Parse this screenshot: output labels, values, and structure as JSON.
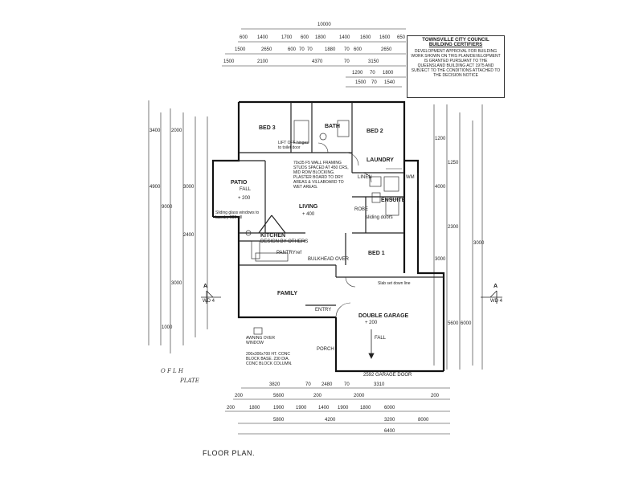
{
  "stamp": {
    "line1": "TOWNSVILLE CITY COUNCIL",
    "line2": "BUILDING CERTIFIERS",
    "body": "DEVELOPMENT APPROVAL FOR BUILDING WORK SHOWN ON THIS PLAN/DEVELOPMENT IS GRANTED PURSUANT TO THE QUEENSLAND BUILDING ACT 1975 AND SUBJECT TO THE CONDITIONS ATTACHED TO THE DECISION NOTICE"
  },
  "rooms": {
    "bed3": "BED 3",
    "bath": "BATH",
    "bed2": "BED 2",
    "laundry": "LAUNDRY",
    "linen": "LINEN",
    "ensuite": "ENSUITE",
    "robe": "ROBE",
    "patio": "PATIO",
    "patio_fall": "FALL",
    "patio_level": "+ 200",
    "living": "LIVING",
    "living_level": "+ 400",
    "kitchen": "KITCHEN",
    "kitchen_note": "DESIGN BY OTHERS",
    "pantry": "PANTRY",
    "ref": "ref",
    "bed1": "BED 1",
    "family": "FAMILY",
    "entry": "ENTRY",
    "porch": "PORCH",
    "garage": "DOUBLE GARAGE",
    "garage_level": "+ 200",
    "garage_fall": "FALL",
    "wm": "WM"
  },
  "notes": {
    "wall_framing": "70x35 F5 WALL FRAMING STUDS SPACED AT 450 CRS, MID ROW BLOCKING. PLASTER BOARD TO DRY AREAS & VILLABOARD TO WET AREAS.",
    "lift_off_hinges": "LIFT OFF hinges to toilet door",
    "sliding_glass": "Sliding glass windows to laundry 600 sill",
    "sliding_doors": "sliding doors",
    "bulkhead": "BULKHEAD OVER",
    "slab_set_down": "Slab set down line",
    "awning": "AWNING OVER WINDOW",
    "block_base": "200x300x700 HT. CONC BLOCK BASE. 230 DIA. CONC BLOCK COLUMN.",
    "garage_door": "2592 GARAGE DOOR",
    "section_marker": "A",
    "section_ref": "WD 4"
  },
  "dims_top": {
    "overall": "10000",
    "row1": [
      "600",
      "1400",
      "1700",
      "600",
      "1800",
      "1400",
      "1600",
      "1600",
      "650"
    ],
    "row2": [
      "1500",
      "2650",
      "600",
      "70",
      "70",
      "1880",
      "70",
      "600",
      "2650"
    ],
    "row3": [
      "1500",
      "2100",
      "4370",
      "70",
      "3150"
    ],
    "row4": [
      "1200",
      "70",
      "1800"
    ],
    "row5": [
      "1500",
      "70",
      "1540"
    ]
  },
  "dims_left": [
    "3400",
    "4900",
    "9000",
    "2000",
    "3000",
    "2400",
    "3000",
    "1000"
  ],
  "dims_right": [
    "1200",
    "4000",
    "1250",
    "2300",
    "3000",
    "5600",
    "6000",
    "3000"
  ],
  "dims_bottom": {
    "row1": [
      "3820",
      "70",
      "2480",
      "70",
      "3310"
    ],
    "row2": [
      "200",
      "5600",
      "200",
      "2000",
      "200"
    ],
    "row3": [
      "200",
      "1800",
      "1900",
      "1900",
      "1400",
      "1900",
      "1800",
      "6000"
    ],
    "row4": [
      "5800",
      "4200",
      "3200",
      "8000"
    ],
    "row5": [
      "6400"
    ]
  },
  "handwriting": [
    "O F L H",
    "PLATE"
  ],
  "title": "FLOOR PLAN."
}
